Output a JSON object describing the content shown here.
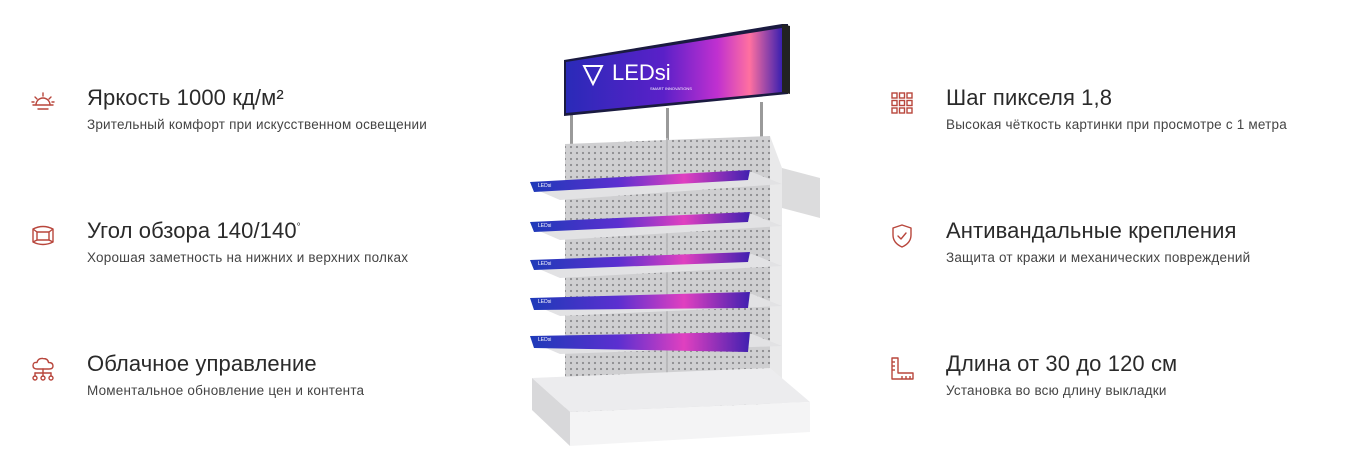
{
  "accent_color": "#b8463c",
  "features": [
    {
      "icon": "sun-brightness-icon",
      "title": "Яркость 1000 кд/м²",
      "desc": "Зрительный комфорт при искусственном освещении"
    },
    {
      "icon": "viewing-angle-icon",
      "title": "Угол обзора 140/140",
      "title_sup": "°",
      "desc": "Хорошая заметность на нижних и верхних полках"
    },
    {
      "icon": "cloud-network-icon",
      "title": "Облачное управление",
      "desc": "Моментальное обновление цен и контента"
    },
    {
      "icon": "pixel-grid-icon",
      "title": "Шаг пикселя 1,8",
      "desc": "Высокая чёткость картинки при просмотре с 1 метра"
    },
    {
      "icon": "shield-check-icon",
      "title": "Антивандальные крепления",
      "desc": "Защита от кражи и механических повреждений"
    },
    {
      "icon": "ruler-icon",
      "title": "Длина от 30 до 120 см",
      "desc": "Установка во всю длину выкладки"
    }
  ],
  "product": {
    "brand": "LEDsi",
    "tagline": "SMART INNOVATIONS",
    "shelf_label": "LEDsi"
  }
}
